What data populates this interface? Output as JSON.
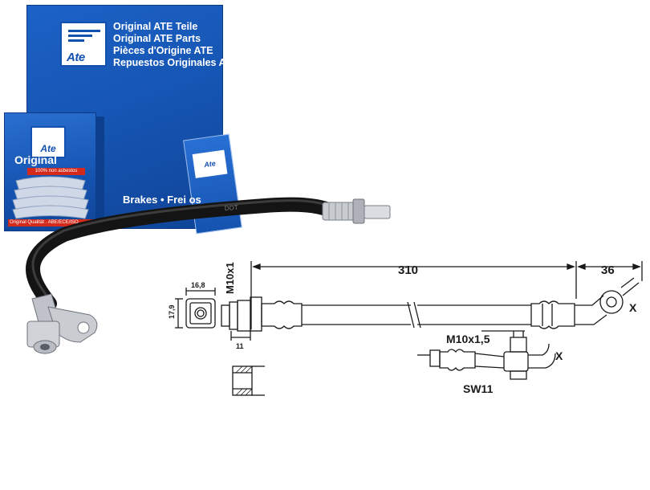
{
  "packaging": {
    "brand_mark": "Ate",
    "lines": [
      "Original ATE Teile",
      "Original ATE Parts",
      "Pièces d'Origine ATE",
      "Repuestos Originales ATE"
    ],
    "brakes_text": "Brakes • Frei   os",
    "small_box_label": "Original",
    "asbestos_label": "100% non asbestos",
    "quality_label": "Original Qualität . ABE/ECE/ISO",
    "colors": {
      "box_blue": "#1553b0",
      "accent_red": "#d42a1c"
    }
  },
  "hose": {
    "print_text": "DOT"
  },
  "drawing": {
    "dim_310": "310",
    "dim_36": "36",
    "dim_16_8": "16,8",
    "dim_17_9": "17,9",
    "dim_11": "11",
    "thread_m10x1": "M10x1",
    "thread_m10x1_5": "M10x1,5",
    "wrench_size": "SW11",
    "marker_x_top": "X",
    "marker_x_bottom": "X"
  }
}
